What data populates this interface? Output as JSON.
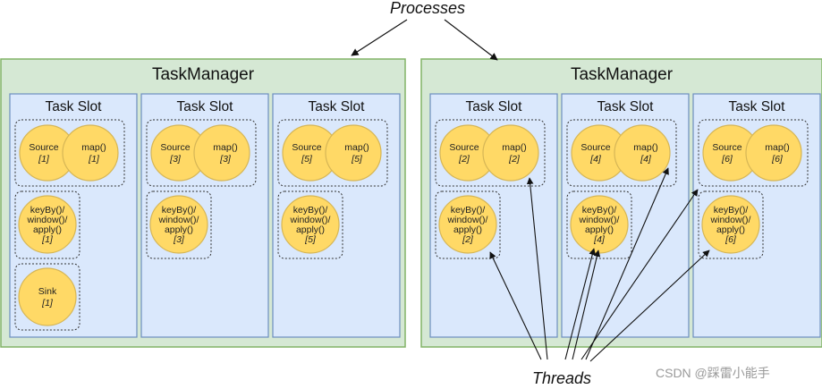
{
  "labels": {
    "processes": "Processes",
    "threads": "Threads"
  },
  "watermark": "CSDN @踩雷小能手",
  "colors": {
    "tm_fill": "#d5e8d4",
    "tm_stroke": "#82b366",
    "slot_fill": "#dae8fc",
    "slot_stroke": "#6c8ebf",
    "op_fill": "#ffd966",
    "op_stroke": "#d6b656"
  },
  "taskmanagers": [
    {
      "label": "TaskManager",
      "slots": [
        {
          "label": "Task Slot",
          "source": [
            "Source",
            "[1]"
          ],
          "map": [
            "map()",
            "[1]"
          ],
          "window": [
            "keyBy()/",
            "window()/",
            "apply()",
            "[1]"
          ],
          "sink": [
            "Sink",
            "[1]"
          ]
        },
        {
          "label": "Task Slot",
          "source": [
            "Source",
            "[3]"
          ],
          "map": [
            "map()",
            "[3]"
          ],
          "window": [
            "keyBy()/",
            "window()/",
            "apply()",
            "[3]"
          ]
        },
        {
          "label": "Task Slot",
          "source": [
            "Source",
            "[5]"
          ],
          "map": [
            "map()",
            "[5]"
          ],
          "window": [
            "keyBy()/",
            "window()/",
            "apply()",
            "[5]"
          ]
        }
      ]
    },
    {
      "label": "TaskManager",
      "slots": [
        {
          "label": "Task Slot",
          "source": [
            "Source",
            "[2]"
          ],
          "map": [
            "map()",
            "[2]"
          ],
          "window": [
            "keyBy()/",
            "window()/",
            "apply()",
            "[2]"
          ]
        },
        {
          "label": "Task Slot",
          "source": [
            "Source",
            "[4]"
          ],
          "map": [
            "map()",
            "[4]"
          ],
          "window": [
            "keyBy()/",
            "window()/",
            "apply()",
            "[4]"
          ]
        },
        {
          "label": "Task Slot",
          "source": [
            "Source",
            "[6]"
          ],
          "map": [
            "map()",
            "[6]"
          ],
          "window": [
            "keyBy()/",
            "window()/",
            "apply()",
            "[6]"
          ]
        }
      ]
    }
  ]
}
